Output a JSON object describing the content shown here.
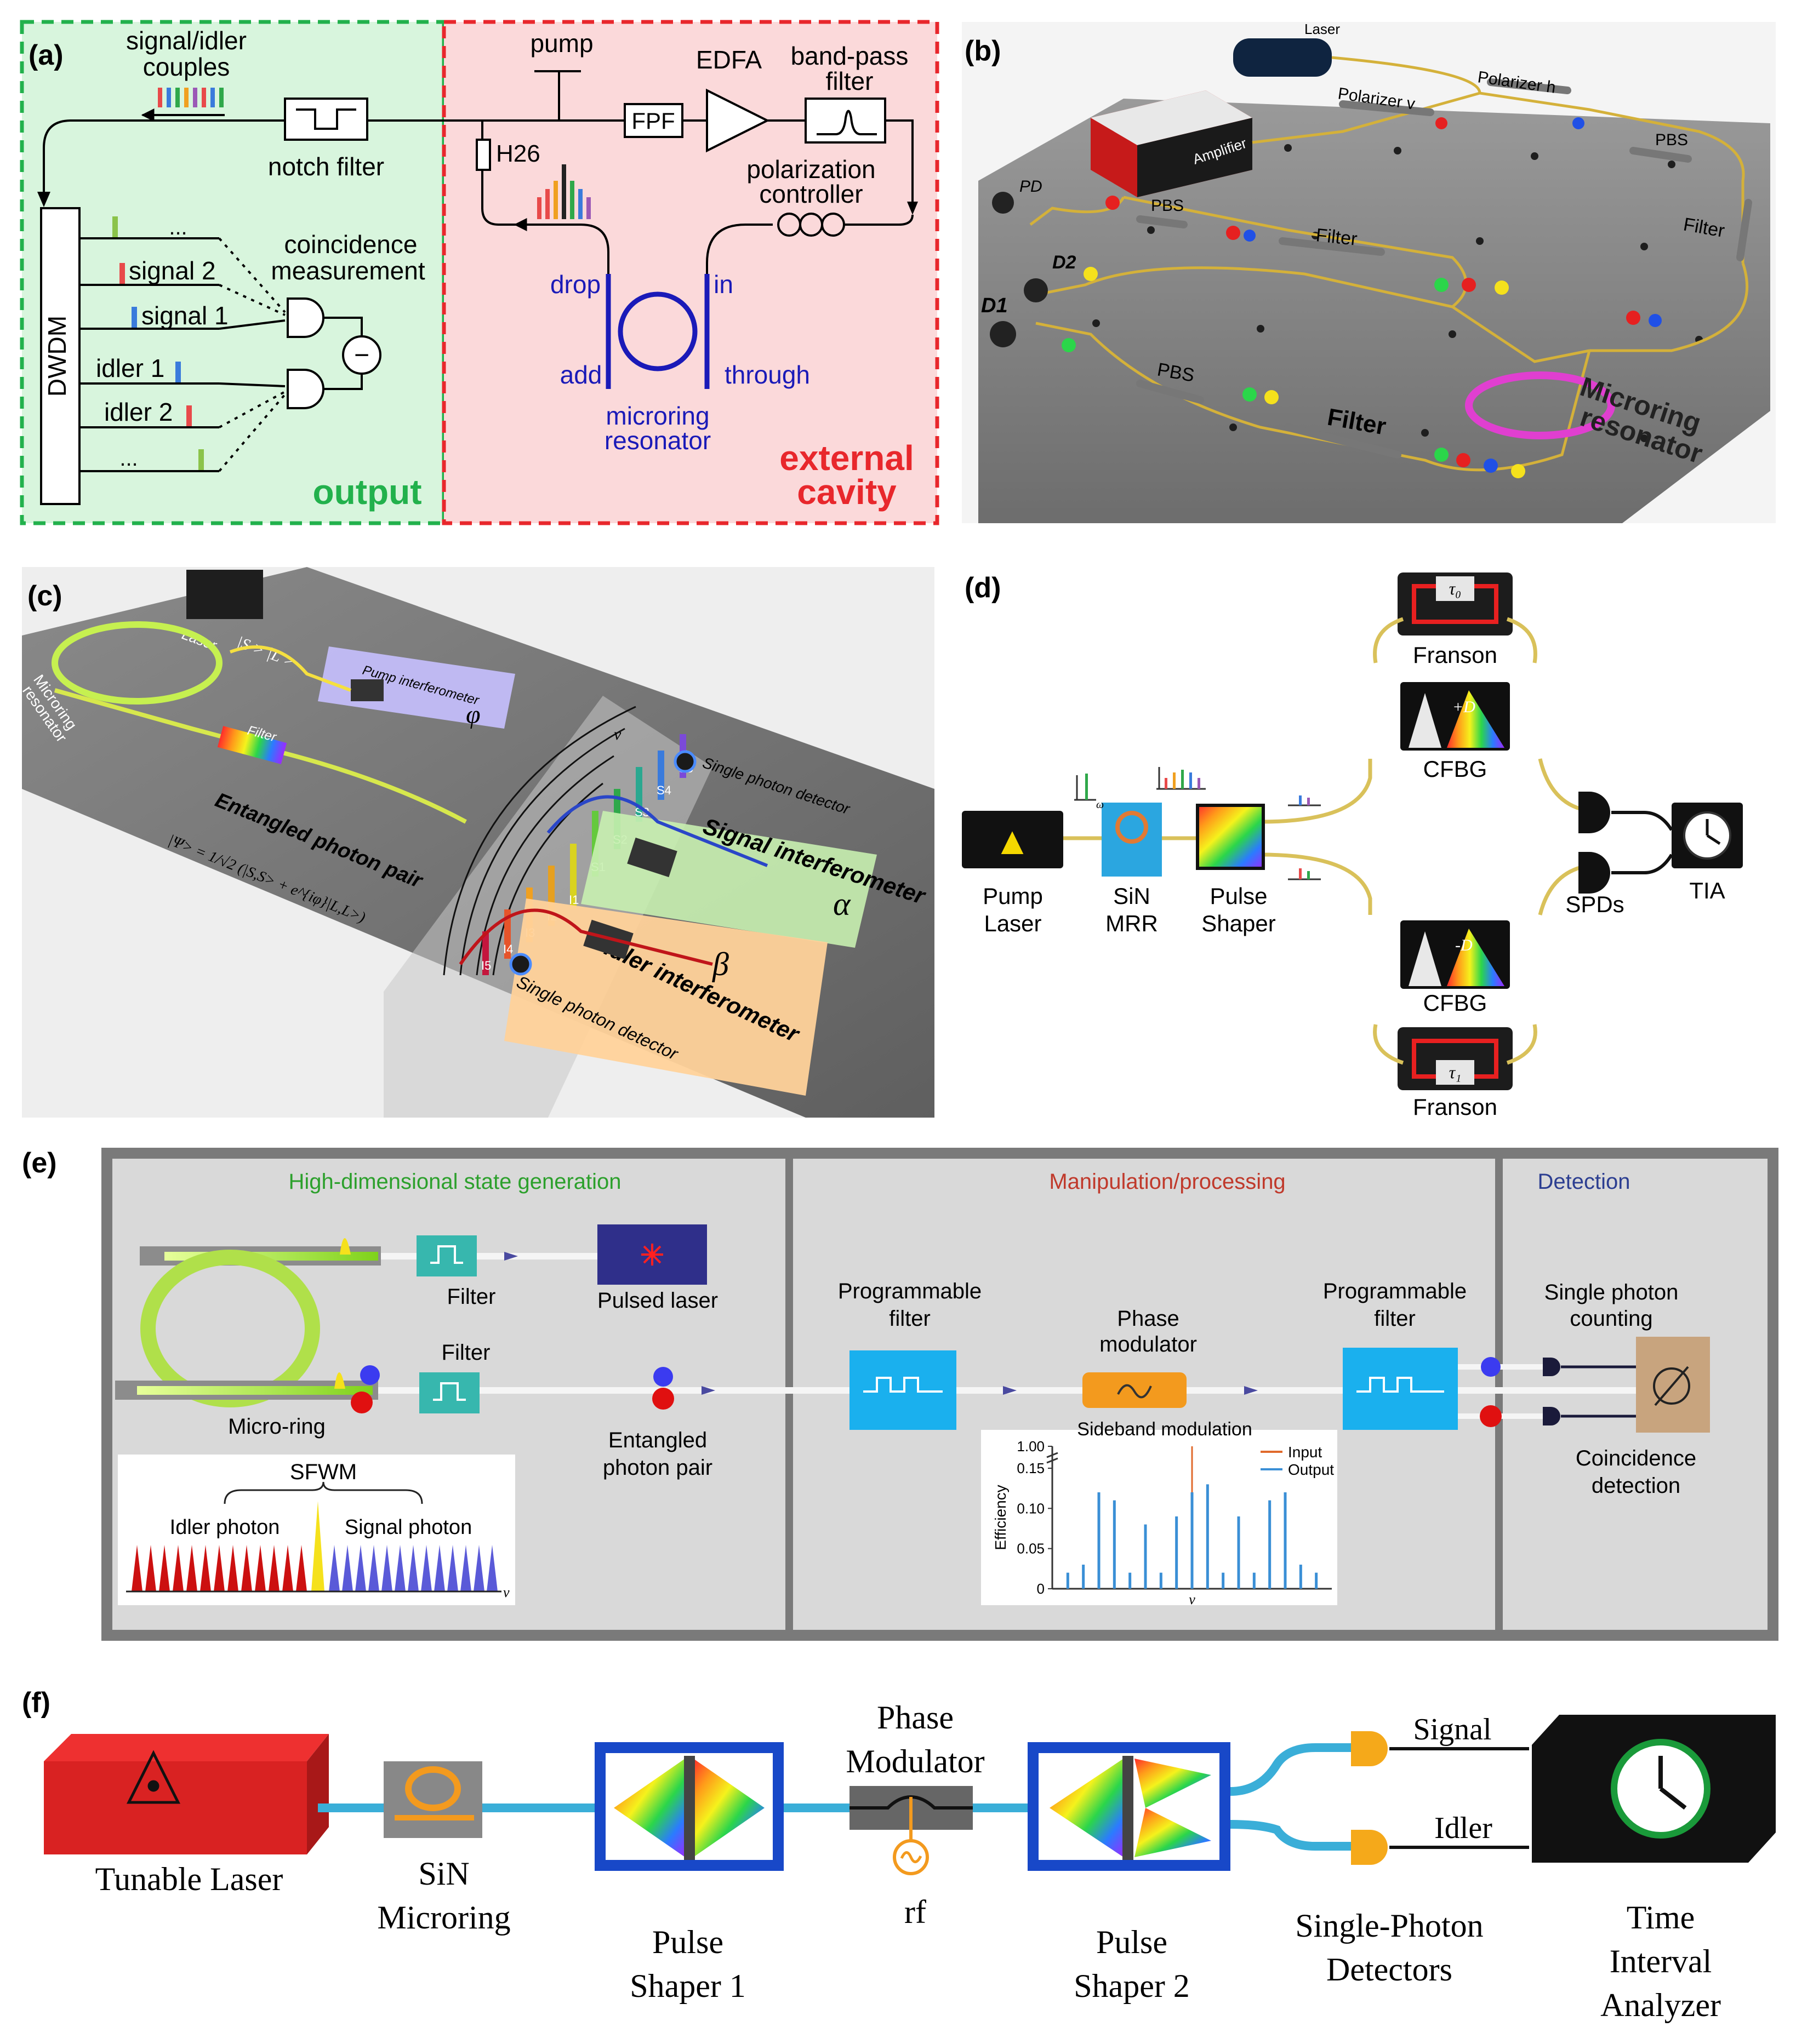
{
  "panels": {
    "a": {
      "label": "(a)",
      "signal_idler": "signal/idler",
      "couples": "couples",
      "notch_filter": "notch filter",
      "pump": "pump",
      "fpf": "FPF",
      "edfa": "EDFA",
      "bandpass_1": "band-pass",
      "bandpass_2": "filter",
      "polarization_1": "polarization",
      "polarization_2": "controller",
      "h26": "H26",
      "dots_top": "...",
      "signal2": "signal 2",
      "signal1": "signal 1",
      "idler1": "idler 1",
      "idler2": "idler 2",
      "dots_bottom": "...",
      "coincidence_1": "coincidence",
      "coincidence_2": "measurement",
      "dwdm": "DWDM",
      "drop": "drop",
      "in": "in",
      "add": "add",
      "through": "through",
      "microring_1": "microring",
      "microring_2": "resonator",
      "output": "output",
      "external_1": "external",
      "external_2": "cavity",
      "minus": "−"
    },
    "b": {
      "label": "(b)",
      "laser": "Laser",
      "amplifier": "Amplifier",
      "polarizer_v": "Polarizer v",
      "polarizer_h": "Polarizer h",
      "pbs_1": "PBS",
      "pbs_2": "PBS",
      "pbs_3": "PBS",
      "pd": "PD",
      "d1": "D1",
      "d2": "D2",
      "filter_1": "Filter",
      "filter_2": "Filter",
      "filter_3": "Filter",
      "microring_1": "Microring",
      "microring_2": "resonator"
    },
    "c": {
      "label": "(c)",
      "laser": "Laser",
      "state_sl": "|S > |L >",
      "microring_1": "Microring",
      "microring_2": "resonator",
      "pump_interferometer": "Pump interferometer",
      "phi": "φ",
      "filter": "Filter",
      "entangled": "Entangled photon pair",
      "formula": "|Ψ> = 1/√2 (|S,S> + e^{iφ}|L,L>)",
      "single_top": "Single photon detector",
      "signal_interferometer": "Signal interferometer",
      "alpha": "α",
      "idler_interferometer": "Idler interferometer",
      "beta": "β",
      "single_bottom": "Single photon detector",
      "nu": "ν",
      "comb_idler": [
        "I5",
        "I4",
        "I3",
        "I2",
        "I1"
      ],
      "comb_signal": [
        "S1",
        "S2",
        "S3",
        "S4",
        "S5"
      ]
    },
    "d": {
      "label": "(d)",
      "franson_top": "Franson",
      "franson_bottom": "Franson",
      "tau0": "τ₀",
      "tau1": "τ₁",
      "cfbg_top": "CFBG",
      "cfbg_bottom": "CFBG",
      "plus_d": "+D",
      "minus_d": "-D",
      "pump_laser_1": "Pump",
      "pump_laser_2": "Laser",
      "sin_1": "SiN",
      "sin_2": "MRR",
      "pulse_1": "Pulse",
      "pulse_2": "Shaper",
      "spds": "SPDs",
      "tia": "TIA",
      "omega": "ω"
    },
    "e": {
      "label": "(e)",
      "section_generation": "High-dimensional state generation",
      "section_manipulation": "Manipulation/processing",
      "section_detection": "Detection",
      "filter_top": "Filter",
      "filter_bottom": "Filter",
      "pulsed_laser": "Pulsed laser",
      "micro_ring": "Micro-ring",
      "entangled_1": "Entangled",
      "entangled_2": "photon pair",
      "prog_filter_1a": "Programmable",
      "prog_filter_1b": "filter",
      "phase_mod_1": "Phase",
      "phase_mod_2": "modulator",
      "prog_filter_2a": "Programmable",
      "prog_filter_2b": "filter",
      "single_counting_1": "Single photon",
      "single_counting_2": "counting",
      "coincidence_1": "Coincidence",
      "coincidence_2": "detection",
      "sfwm": "SFWM",
      "idler_photon": "Idler photon",
      "signal_photon": "Signal photon",
      "nu": "ν"
    },
    "f": {
      "label": "(f)",
      "tunable_laser": "Tunable Laser",
      "sin_1": "SiN",
      "sin_2": "Microring",
      "pulse1_a": "Pulse",
      "pulse1_b": "Shaper 1",
      "phase_1": "Phase",
      "phase_2": "Modulator",
      "rf": "rf",
      "pulse2_a": "Pulse",
      "pulse2_b": "Shaper 2",
      "spd_1": "Single-Photon",
      "spd_2": "Detectors",
      "signal": "Signal",
      "idler": "Idler",
      "tia_1": "Time",
      "tia_2": "Interval",
      "tia_3": "Analyzer"
    }
  },
  "chart_data": {
    "type": "bar",
    "title": "Sideband modulation",
    "xlabel": "ν",
    "ylabel": "Efficiency",
    "yticks": [
      "0",
      "0.05",
      "0.10",
      "0.15",
      "1.00"
    ],
    "legend": [
      "Input",
      "Output"
    ],
    "legend_position": "top-right",
    "series": [
      {
        "name": "Input",
        "color": "#e06a2c",
        "x": [
          0
        ],
        "values": [
          1.0
        ]
      },
      {
        "name": "Output",
        "color": "#3a8fd6",
        "x": [
          -8,
          -7,
          -6,
          -5,
          -4,
          -3,
          -2,
          -1,
          0,
          1,
          2,
          3,
          4,
          5,
          6,
          7,
          8
        ],
        "values": [
          0.02,
          0.03,
          0.12,
          0.11,
          0.02,
          0.08,
          0.02,
          0.09,
          0.12,
          0.13,
          0.02,
          0.09,
          0.02,
          0.11,
          0.12,
          0.03,
          0.02
        ]
      }
    ]
  },
  "colors": {
    "output_green": "#22b14c",
    "external_red": "#e8272c",
    "blue_ring": "#1a1ab8",
    "panel_e_generation": "#2ca02c",
    "panel_e_manipulation": "#c0392b",
    "panel_e_detection": "#2c3e91"
  }
}
